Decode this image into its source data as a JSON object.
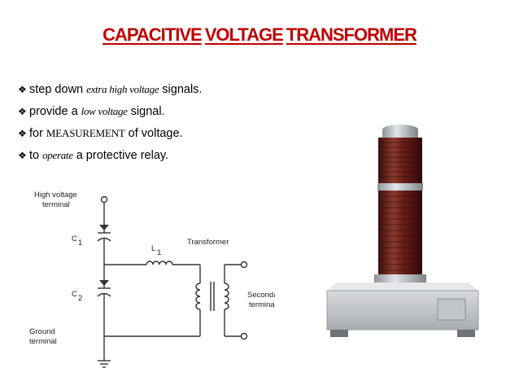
{
  "title": {
    "word1": "CAPACITIVE",
    "word2": "VOLTAGE",
    "word3": "TRANSFORMER",
    "color": "#c00000"
  },
  "bullets": [
    {
      "before": "step down",
      "styled": "extra high voltage",
      "after": "signals."
    },
    {
      "before": "provide a",
      "styled": "low voltage",
      "after": "signal."
    },
    {
      "before": "for",
      "styled": "MEASUREMENT",
      "after": "of voltage."
    },
    {
      "before": "to",
      "styled": "operate",
      "after": "a protective relay."
    }
  ],
  "bullet_icon": "diamond-bullet-icon",
  "diagram": {
    "hv_terminal_1": "High voltage",
    "hv_terminal_2": "terminal",
    "c1": "C",
    "c1_sub": "1",
    "c2": "C",
    "c2_sub": "2",
    "l1": "L",
    "l1_sub": "1",
    "transformer": "Transformer",
    "secondary_1": "Secondary",
    "secondary_2": "terminals",
    "ground_1": "Ground",
    "ground_2": "terminal"
  },
  "photo": {
    "subject": "capacitive-voltage-transformer-photo",
    "insulator_color": "#6b1f1a",
    "base_color": "#c9ccd0"
  }
}
